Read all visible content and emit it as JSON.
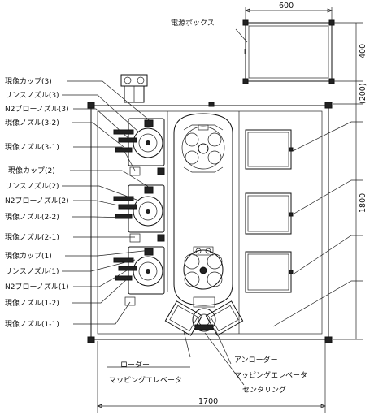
{
  "labels": {
    "electrical_box": "電源ボックス",
    "develop_cup_3": "現像カップ(3)",
    "rinse_nozzle_3": "リンスノズル(3)",
    "n2_blow_nozzle_3": "N2ブローノズル(3)",
    "develop_nozzle_3_2": "現像ノズル(3-2)",
    "develop_nozzle_3_1": "現像ノズル(3-1)",
    "develop_cup_2": "現像カップ(2)",
    "rinse_nozzle_2": "リンスノズル(2)",
    "n2_blow_nozzle_2": "N2ブローノズル(2)",
    "develop_nozzle_2_2": "現像ノズル(2-2)",
    "develop_nozzle_2_1": "現像ノズル(2-1)",
    "develop_cup_1": "現像カップ(1)",
    "rinse_nozzle_1": "リンスノズル(1)",
    "n2_blow_nozzle_1": "N2ブローノズル(1)",
    "develop_nozzle_1_2": "現像ノズル(1-2)",
    "develop_nozzle_1_1": "現像ノズル(1-1)",
    "loader_line1": "ローダー",
    "loader_line2": "マッピングエレベータ",
    "unloader_line1": "アンローダー",
    "unloader_line2": "マッピングエレベータ",
    "centering": "センタリング"
  },
  "dimensions": {
    "box_width": "600",
    "box_height": "400",
    "gap": "(200)",
    "body_height": "1800",
    "body_width": "1700"
  }
}
